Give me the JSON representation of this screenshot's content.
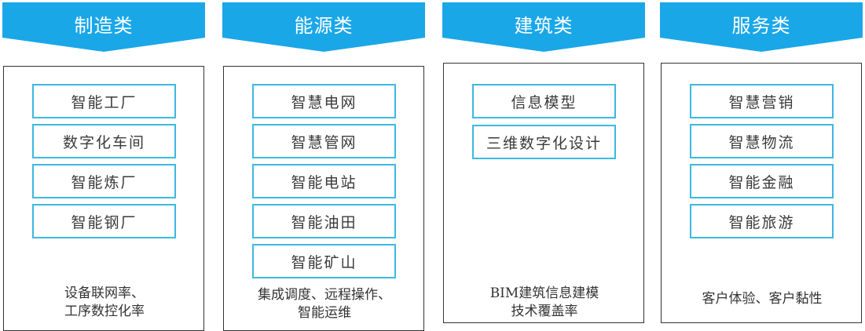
{
  "colors": {
    "banner": "#1aa7e8",
    "item_border": "#3db8e2",
    "box_border": "#333333",
    "text": "#3a3a3a"
  },
  "columns": [
    {
      "title": "制造类",
      "items": [
        "智能工厂",
        "数字化车间",
        "智能炼厂",
        "智能钢厂"
      ],
      "metric_lines": [
        "设备联网率、",
        "工序数控化率"
      ]
    },
    {
      "title": "能源类",
      "items": [
        "智慧电网",
        "智慧管网",
        "智能电站",
        "智能油田",
        "智能矿山"
      ],
      "metric_lines": [
        "集成调度、远程操作、",
        "智能运维"
      ]
    },
    {
      "title": "建筑类",
      "items": [
        "信息模型",
        "三维数字化设计"
      ],
      "metric_lines": [
        "BIM建筑信息建模",
        "技术覆盖率"
      ]
    },
    {
      "title": "服务类",
      "items": [
        "智慧营销",
        "智慧物流",
        "智能金融",
        "智能旅游"
      ],
      "metric_lines": [
        "客户体验、客户黏性"
      ]
    }
  ]
}
